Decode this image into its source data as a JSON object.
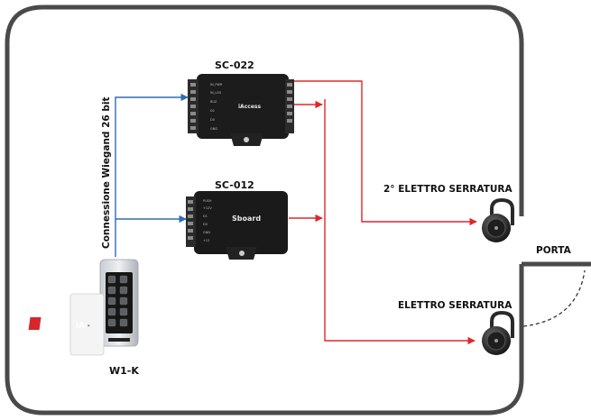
{
  "labels": {
    "sc022": "SC-022",
    "sc012": "SC-012",
    "wiegand": "Connessione Wiegand 26 bit",
    "lock2": "2° ELETTRO SERRATURA",
    "lock1": "ELETTRO SERRATURA",
    "porta": "PORTA",
    "w1k": "W1-K",
    "sboard": "Sboard",
    "brand": "iAccess",
    "card_logo": "iA"
  },
  "colors": {
    "frame": "#4a4a4a",
    "wiegand_line": "#2f6db3",
    "lock_line": "#e0262a",
    "device": "#1c1c1c",
    "keypad_frame": "#b8bcc2"
  }
}
